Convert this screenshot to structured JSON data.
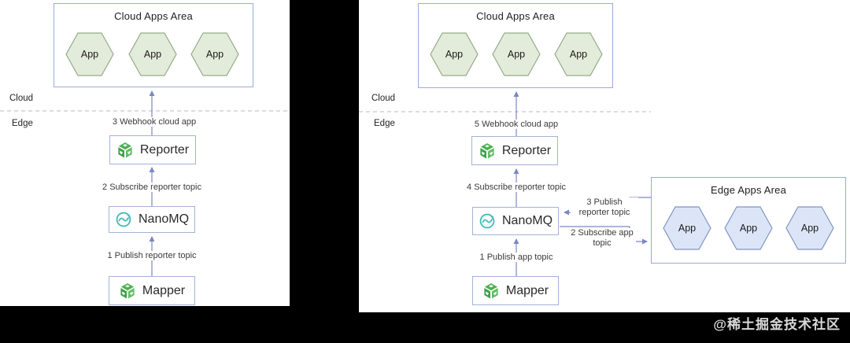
{
  "left_diagram": {
    "cloud_area": {
      "title": "Cloud Apps Area",
      "apps": [
        "App",
        "App",
        "App"
      ]
    },
    "zone_cloud": "Cloud",
    "zone_edge": "Edge",
    "nodes": {
      "reporter": "Reporter",
      "nanomq": "NanoMQ",
      "mapper": "Mapper"
    },
    "flows": {
      "f1": "1 Publish reporter topic",
      "f2": "2 Subscribe reporter topic",
      "f3": "3 Webhook cloud app"
    }
  },
  "right_diagram": {
    "cloud_area": {
      "title": "Cloud Apps Area",
      "apps": [
        "App",
        "App",
        "App"
      ]
    },
    "edge_area": {
      "title": "Edge Apps Area",
      "apps": [
        "App",
        "App",
        "App"
      ]
    },
    "zone_cloud": "Cloud",
    "zone_edge": "Edge",
    "nodes": {
      "reporter": "Reporter",
      "nanomq": "NanoMQ",
      "mapper": "Mapper"
    },
    "flows": {
      "f1": "1 Publish app topic",
      "f2": "2 Subscribe app topic",
      "f3": "3 Publish reporter topic",
      "f4": "4 Subscribe reporter topic",
      "f5": "5 Webhook cloud app"
    }
  },
  "watermark": "@稀土掘金技术社区",
  "icons": {
    "reporter": "green-cube-icon",
    "mapper": "green-cube-icon",
    "nanomq": "teal-wave-circle-icon"
  },
  "colors": {
    "background": "#000000",
    "panel": "#ffffff",
    "box_border": "#9aabd6",
    "arrow": "#7b87c0",
    "divider_dash": "#b0bacd",
    "hex_green_fill": "#e3ecda",
    "hex_green_stroke": "#94ab88",
    "hex_blue_fill": "#dbe5f7",
    "hex_blue_stroke": "#8095c2",
    "icon_green_dark": "#3da24a",
    "icon_green_light": "#5fbe63",
    "icon_teal": "#41bdb9",
    "watermark_text": "#d9d9d9"
  }
}
